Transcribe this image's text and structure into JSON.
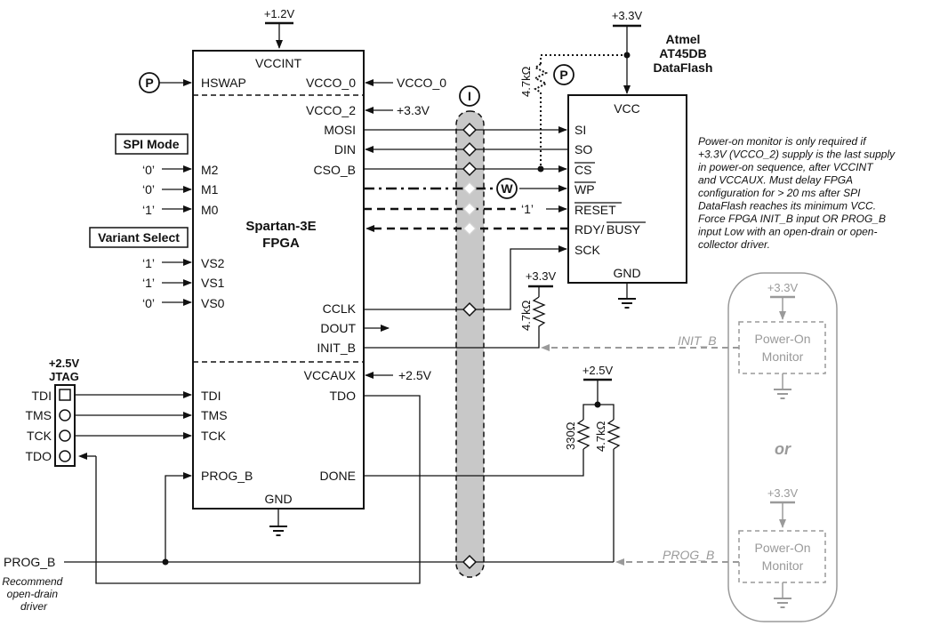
{
  "fpga": {
    "name_line1": "Spartan-3E",
    "name_line2": "FPGA",
    "top_supply": "+1.2V",
    "pins": {
      "vccint": "VCCINT",
      "hswap": "HSWAP",
      "vcco0": "VCCO_0",
      "vcco2": "VCCO_2",
      "mosi": "MOSI",
      "din": "DIN",
      "cso_b": "CSO_B",
      "m2": "M2",
      "m1": "M1",
      "m0": "M0",
      "vs2": "VS2",
      "vs1": "VS1",
      "vs0": "VS0",
      "cclk": "CCLK",
      "dout": "DOUT",
      "init_b": "INIT_B",
      "vccaux": "VCCAUX",
      "tdi": "TDI",
      "tdo": "TDO",
      "tms": "TMS",
      "tck": "TCK",
      "prog_b": "PROG_B",
      "done": "DONE",
      "gnd": "GND"
    },
    "ext": {
      "vcco0": "VCCO_0",
      "vcco2": "+3.3V",
      "vccaux": "+2.5V"
    }
  },
  "labels": {
    "spi_mode": "SPI Mode",
    "variant_select": "Variant Select",
    "m2_val": "‘0’",
    "m1_val": "‘0’",
    "m0_val": "‘1’",
    "vs2_val": "‘1’",
    "vs1_val": "‘1’",
    "vs0_val": "‘0’",
    "p_marker": "P",
    "i_marker": "I",
    "w_marker": "W",
    "reset_val": "‘1’"
  },
  "flash": {
    "title_line1": "Atmel",
    "title_line2": "AT45DB",
    "title_line3": "DataFlash",
    "supply": "+3.3V",
    "pins": {
      "vcc": "VCC",
      "si": "SI",
      "so": "SO",
      "cs": "CS",
      "wp": "WP",
      "reset": "RESET",
      "rdy": "RDY/",
      "busy": "BUSY",
      "sck": "SCK",
      "gnd": "GND"
    },
    "pullup_value": "4.7kΩ"
  },
  "init_pullup": {
    "supply": "+3.3V",
    "value": "4.7kΩ"
  },
  "done_pullups": {
    "supply": "+2.5V",
    "r1": "330Ω",
    "r2": "4.7kΩ"
  },
  "jtag": {
    "supply": "+2.5V",
    "title": "JTAG",
    "pins": [
      "TDI",
      "TMS",
      "TCK",
      "TDO"
    ]
  },
  "prog_b": {
    "label": "PROG_B",
    "note_line1": "Recommend",
    "note_line2": "open-drain",
    "note_line3": "driver"
  },
  "monitor_note": [
    "Power-on monitor is only required if",
    "+3.3V (VCCO_2) supply is the last supply",
    "in power-on sequence, after VCCINT",
    "and VCCAUX.  Must delay FPGA",
    "configuration for > 20 ms after SPI",
    "DataFlash reaches its minimum VCC.",
    "Force FPGA INIT_B input OR PROG_B",
    "input Low with an open-drain or open-",
    "collector driver."
  ],
  "monitors": {
    "supply": "+3.3V",
    "line1": "Power-On",
    "line2": "Monitor",
    "or": "or",
    "init_label": "INIT_B",
    "prog_label": "PROG_B"
  }
}
